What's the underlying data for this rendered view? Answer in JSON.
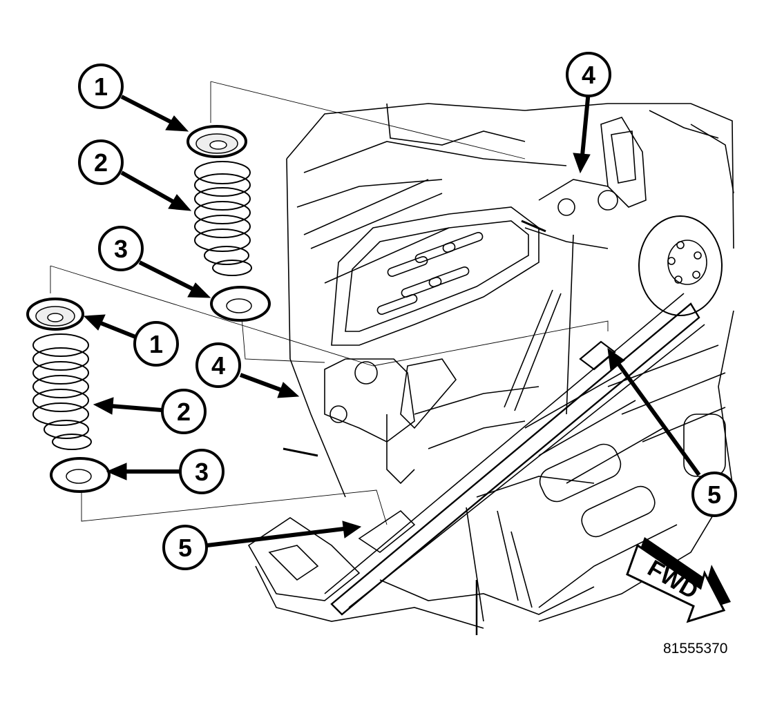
{
  "callouts": {
    "top_1": "1",
    "top_2": "2",
    "top_3": "3",
    "top_4": "4",
    "left_1": "1",
    "left_2": "2",
    "left_3": "3",
    "left_4": "4",
    "right_5": "5",
    "left_5": "5"
  },
  "direction_label": "FWD",
  "figure_id": "81555370",
  "colors": {
    "line": "#000000",
    "background": "#ffffff"
  }
}
